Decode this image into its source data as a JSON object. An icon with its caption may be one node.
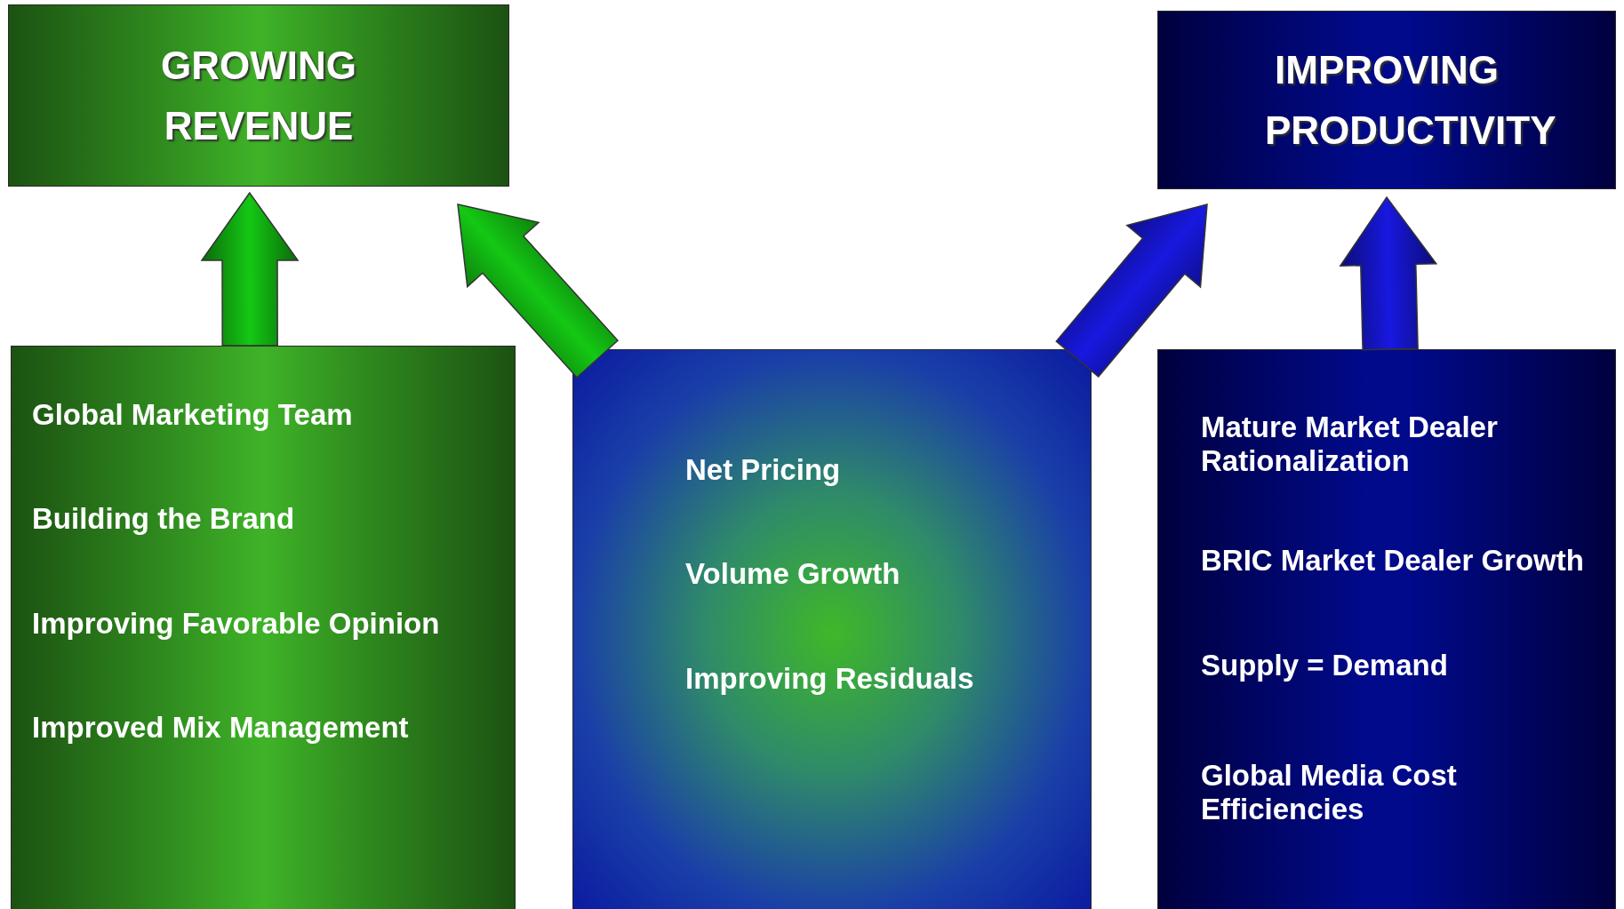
{
  "diagram": {
    "nodes": [
      {
        "text": [
          "GROWING REVENUE"
        ]
      },
      {
        "text": [
          "IMPROVING PRODUCTIVITY"
        ]
      },
      {
        "text": [
          "Global Marketing Team",
          "Building the Brand",
          "Improving Favorable Opinion",
          "Improved Mix Management"
        ]
      },
      {
        "text": [
          "Net Pricing",
          "Volume Growth",
          "Improving Residuals"
        ]
      },
      {
        "text": [
          "Mature Market Dealer Rationalization",
          "BRIC Market Dealer Growth",
          "Supply = Demand",
          "Global Media Cost Efficiencies"
        ]
      }
    ],
    "edges": [
      {
        "from": 2,
        "to": 0,
        "arrow": "to",
        "style": "thick",
        "color": "#14c814"
      },
      {
        "from": 3,
        "to": 0,
        "arrow": "to",
        "style": "thick",
        "color": "#14c814"
      },
      {
        "from": 3,
        "to": 1,
        "arrow": "to",
        "style": "thick",
        "color": "#1818e0"
      },
      {
        "from": 4,
        "to": 1,
        "arrow": "to",
        "style": "thick",
        "color": "#1818e0"
      }
    ]
  }
}
